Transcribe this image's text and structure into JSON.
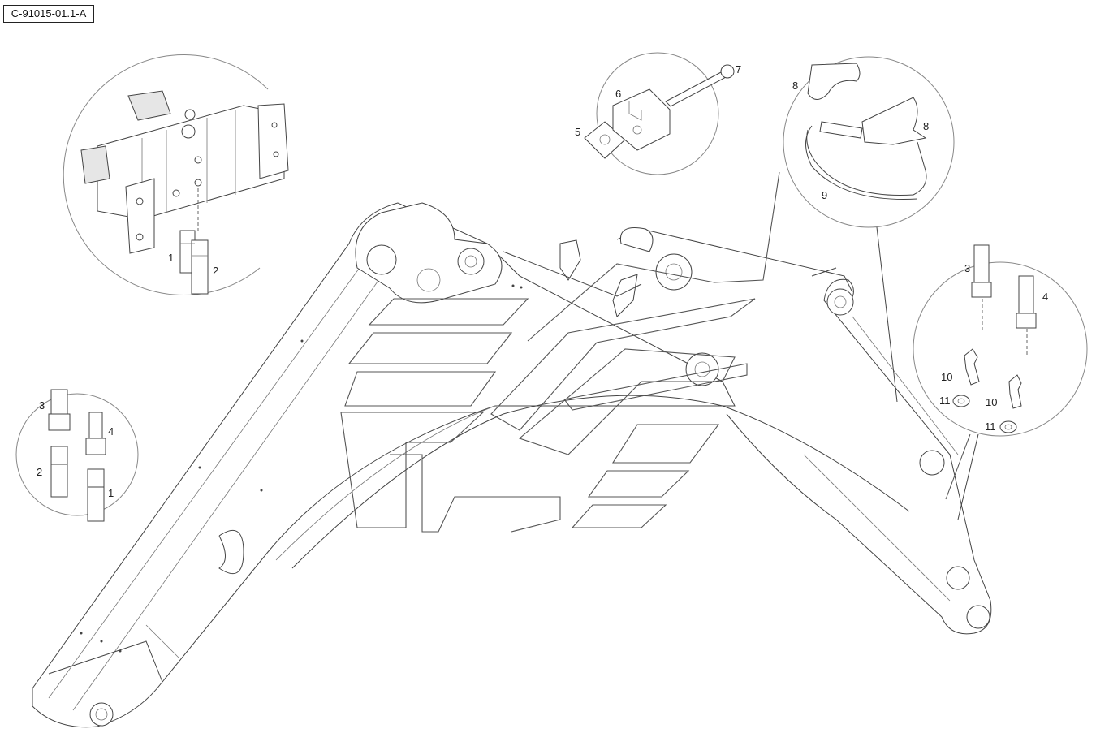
{
  "drawing": {
    "reference_code": "C-91015-01.1-A"
  },
  "callouts": {
    "c1a": "1",
    "c2a": "2",
    "c3a": "3",
    "c4a": "4",
    "c2b": "2",
    "c1b": "1",
    "c5": "5",
    "c6": "6",
    "c7": "7",
    "c8a": "8",
    "c8b": "8",
    "c9": "9",
    "c3c": "3",
    "c4c": "4",
    "c10a": "10",
    "c11a": "11",
    "c10b": "10",
    "c11b": "11"
  }
}
